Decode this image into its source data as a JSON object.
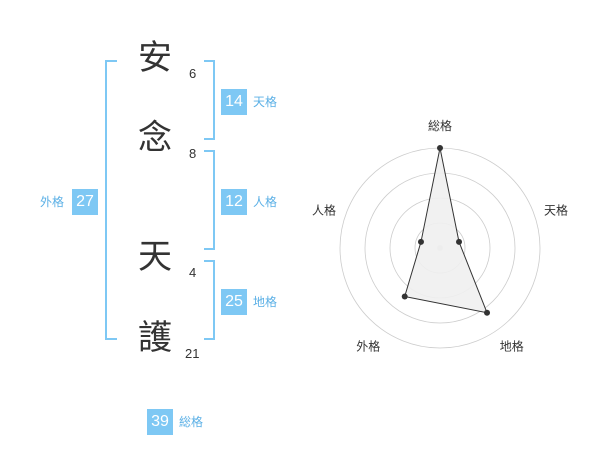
{
  "colors": {
    "badge": "#7ec8f4",
    "label": "#5bb0e6",
    "bracket": "#7ec8f4",
    "text": "#333333",
    "polygon_fill": "#efefef",
    "polygon_stroke": "#333333",
    "ring": "#cccccc"
  },
  "name": {
    "chars": [
      {
        "kanji": "安",
        "strokes": "6"
      },
      {
        "kanji": "念",
        "strokes": "8"
      },
      {
        "kanji": "天",
        "strokes": "4"
      },
      {
        "kanji": "護",
        "strokes": "21"
      }
    ]
  },
  "kakusu": {
    "ten": {
      "value": "14",
      "label": "天格"
    },
    "jin": {
      "value": "12",
      "label": "人格"
    },
    "chi": {
      "value": "25",
      "label": "地格"
    },
    "gai": {
      "value": "27",
      "label": "外格"
    },
    "sou": {
      "value": "39",
      "label": "総格"
    }
  },
  "chart_data": {
    "type": "radar",
    "axes": [
      "総格",
      "天格",
      "地格",
      "外格",
      "人格"
    ],
    "values": [
      5,
      1,
      4,
      3,
      1
    ],
    "rmax": 5,
    "rings": 4,
    "grid": true
  }
}
